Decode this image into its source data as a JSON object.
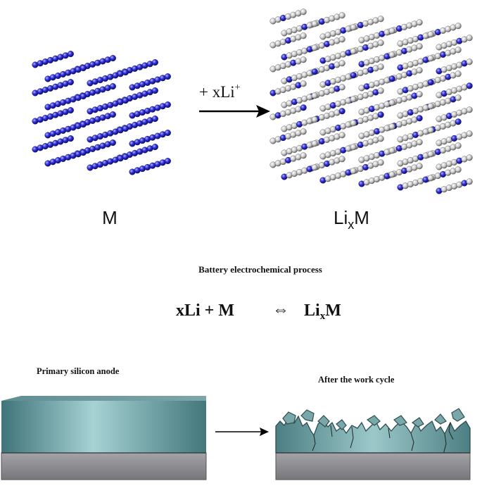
{
  "top": {
    "left_label": "M",
    "right_label_base": "Li",
    "right_label_sub": "x",
    "right_label_suffix": "M",
    "arrow_label_base": "+ xLi",
    "arrow_label_sup": "+"
  },
  "middle": {
    "title": "Battery electrochemical process",
    "eq_left": "xLi + M",
    "eq_symbol": "⇔",
    "eq_right_base": "Li",
    "eq_right_sub": "x",
    "eq_right_suffix": "M"
  },
  "bottom": {
    "left_title": "Primary silicon anode",
    "right_title": "After the work cycle"
  },
  "colors": {
    "atom_blue": "#2a2ad8",
    "atom_gray": "#d2d2d2",
    "film_teal": "#6fa2a6",
    "substrate": "#8a8a8e"
  }
}
